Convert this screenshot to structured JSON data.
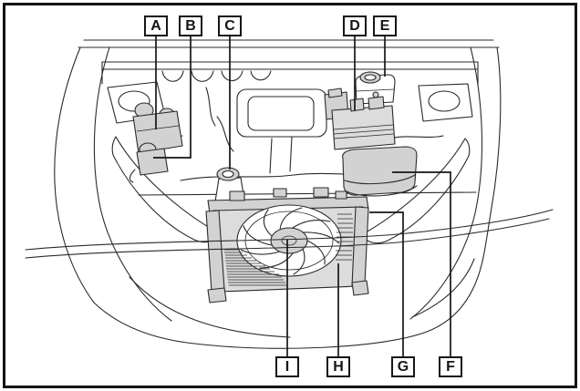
{
  "diagram": {
    "callouts": {
      "top": [
        {
          "label": "A"
        },
        {
          "label": "B"
        },
        {
          "label": "C"
        },
        {
          "label": "D"
        },
        {
          "label": "E"
        }
      ],
      "bottom": [
        {
          "label": "I"
        },
        {
          "label": "H"
        },
        {
          "label": "G"
        },
        {
          "label": "F"
        }
      ]
    },
    "colors": {
      "line": "#2a2a2a",
      "component_fill": "#d2d2d2",
      "background": "#ffffff",
      "frame": "#141414"
    }
  }
}
